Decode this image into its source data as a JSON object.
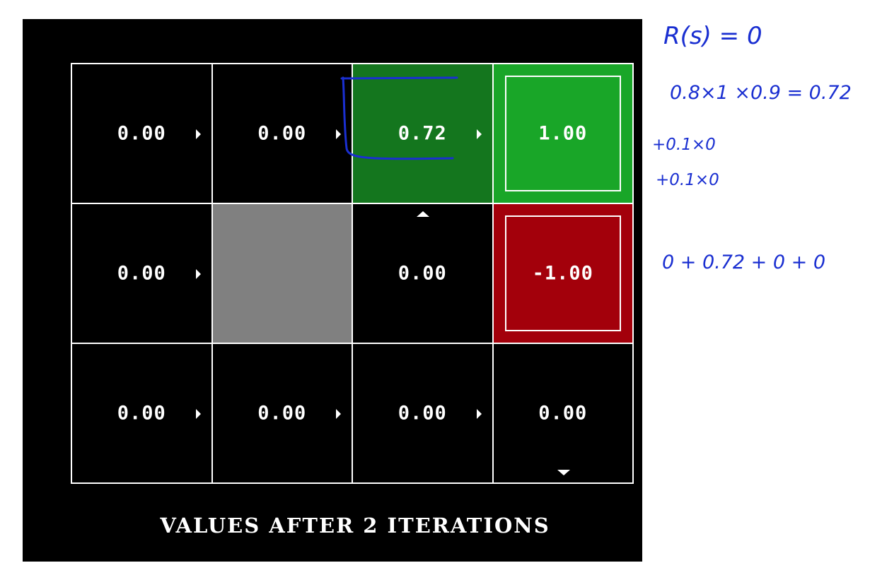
{
  "grid": {
    "rows": [
      [
        {
          "value": "0.00",
          "type": "normal",
          "arrow": "right"
        },
        {
          "value": "0.00",
          "type": "normal",
          "arrow": "right"
        },
        {
          "value": "0.72",
          "type": "highlight",
          "arrow": "right"
        },
        {
          "value": "1.00",
          "type": "goal",
          "arrow": ""
        }
      ],
      [
        {
          "value": "0.00",
          "type": "normal",
          "arrow": "right"
        },
        {
          "value": "",
          "type": "wall",
          "arrow": ""
        },
        {
          "value": "0.00",
          "type": "normal",
          "arrow": "up"
        },
        {
          "value": "-1.00",
          "type": "pit",
          "arrow": ""
        }
      ],
      [
        {
          "value": "0.00",
          "type": "normal",
          "arrow": "right"
        },
        {
          "value": "0.00",
          "type": "normal",
          "arrow": "right"
        },
        {
          "value": "0.00",
          "type": "normal",
          "arrow": "right"
        },
        {
          "value": "0.00",
          "type": "normal",
          "arrow": "down"
        }
      ]
    ]
  },
  "caption": "VALUES AFTER 2 ITERATIONS",
  "colors": {
    "panel": "#000000",
    "normal": "#000000",
    "highlight": "#14761e",
    "goal": "#19a628",
    "pit": "#a3000b",
    "wall": "#808080",
    "ink": "#1a2fd1"
  },
  "annotations": {
    "line1": "R(s) = 0",
    "line2": "0.8×1 ×0.9 = 0.72",
    "line3": "+0.1×0",
    "line4": "+0.1×0",
    "line5": "0 + 0.72 + 0 + 0"
  }
}
